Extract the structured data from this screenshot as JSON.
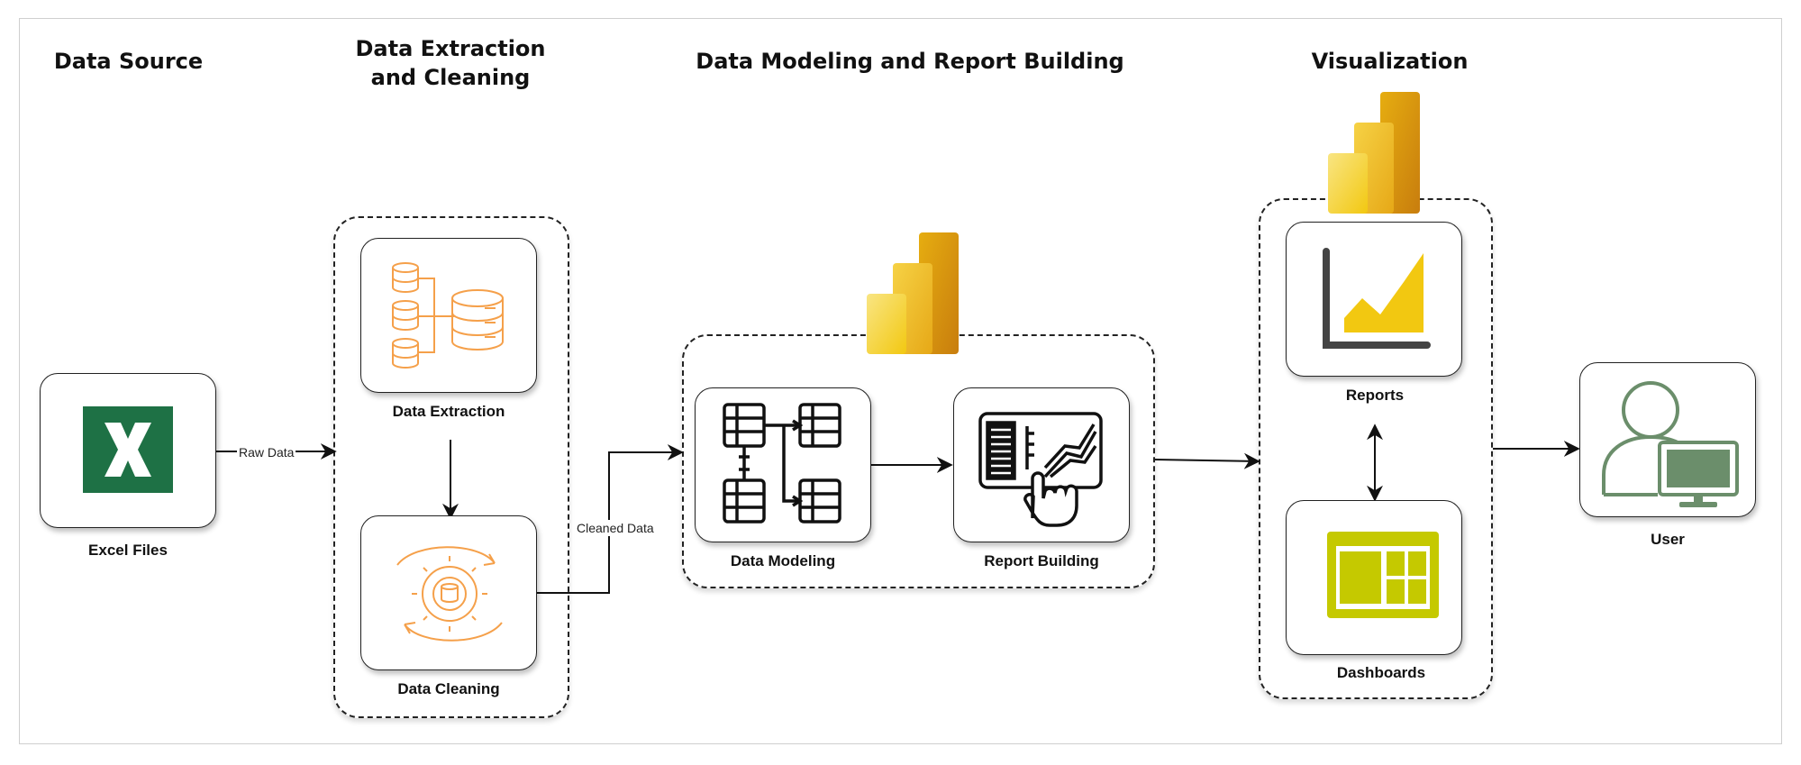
{
  "sections": {
    "data_source": "Data Source",
    "extraction_cleaning_line1": "Data Extraction",
    "extraction_cleaning_line2": "and Cleaning",
    "modeling_reporting": "Data Modeling and Report Building",
    "visualization": "Visualization"
  },
  "nodes": {
    "excel_files": "Excel Files",
    "data_extraction": "Data Extraction",
    "data_cleaning": "Data Cleaning",
    "data_modeling": "Data Modeling",
    "report_building": "Report Building",
    "reports": "Reports",
    "dashboards": "Dashboards",
    "user": "User"
  },
  "edges": {
    "raw_data": "Raw Data",
    "cleaned_data": "Cleaned Data"
  },
  "icons": {
    "excel": "excel-icon",
    "extraction": "database-icon",
    "cleaning": "cleaning-cycle-icon",
    "modeling": "data-model-icon",
    "report": "report-building-icon",
    "reports": "chart-icon",
    "dashboards": "dashboard-icon",
    "user": "user-computer-icon",
    "powerbi": "powerbi-logo-icon"
  },
  "colors": {
    "excel_green": "#1e7145",
    "extraction_orange": "#f5a04a",
    "powerbi_gold": "#e8b02a",
    "chart_yellow": "#f2c811",
    "dashboard_lime": "#c5c900",
    "user_green": "#6b8e6b"
  }
}
